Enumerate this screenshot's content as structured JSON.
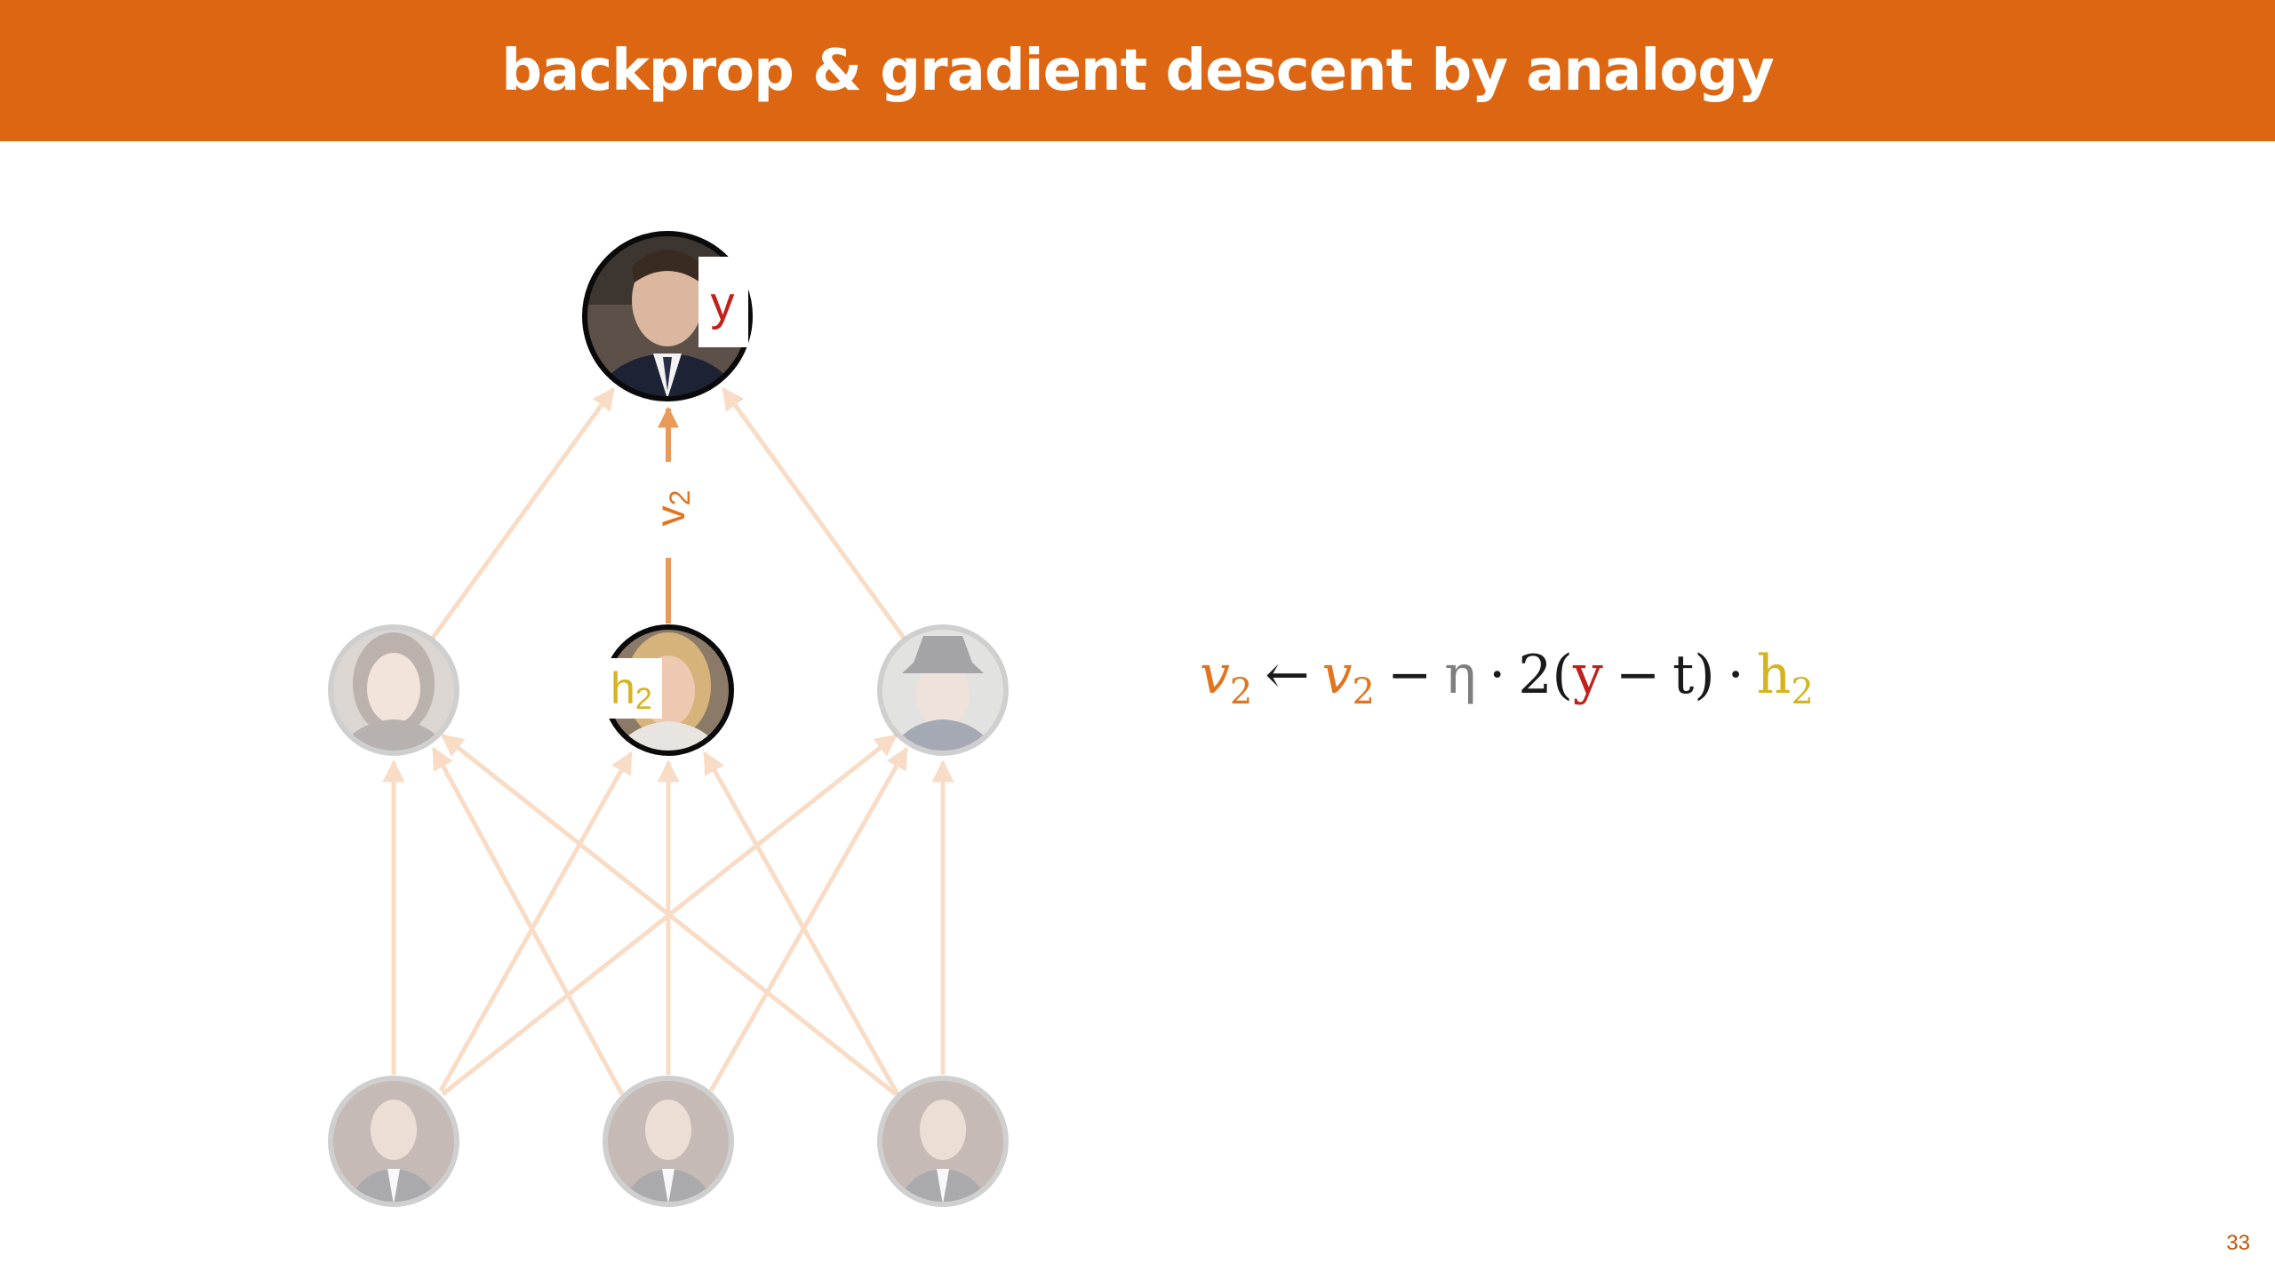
{
  "slide": {
    "title": "backprop & gradient descent by analogy",
    "page_number": "33"
  },
  "diagram": {
    "output_node": {
      "label": "y",
      "label_color": "#c0221b",
      "depicts": "portrait-photo-man-in-suit"
    },
    "active_edge": {
      "label": "v",
      "sub": "2",
      "color": "#e2741f"
    },
    "hidden_nodes": [
      {
        "label": "",
        "active": false,
        "depicts": "portrait-photo-woman-curly-hair"
      },
      {
        "label": "h",
        "sub": "2",
        "label_color": "#d4b41f",
        "active": true,
        "depicts": "portrait-photo-woman-blond-hair"
      },
      {
        "label": "",
        "active": false,
        "depicts": "portrait-photo-man-in-hat"
      }
    ],
    "input_nodes": [
      {
        "depicts": "portrait-photo-man"
      },
      {
        "depicts": "portrait-photo-man"
      },
      {
        "depicts": "portrait-photo-man"
      }
    ]
  },
  "formula": {
    "lhs": "v",
    "lhs_sub": "2",
    "arrow": "←",
    "v": "v",
    "v_sub": "2",
    "minus1": "−",
    "eta": "η",
    "dot1": "·",
    "two": "2(",
    "y": "y",
    "minus2": "−",
    "t": "t)",
    "dot2": "·",
    "h": "h",
    "h_sub": "2",
    "colors": {
      "v": "#e2741f",
      "eta": "#7f7f7f",
      "y": "#c0221b",
      "h": "#d4b41f",
      "text": "#1a1a1a"
    }
  },
  "colors": {
    "title_bar": "#dc6611",
    "faded_edge": "#f8dcc6",
    "active_edge": "#ea9a58"
  }
}
